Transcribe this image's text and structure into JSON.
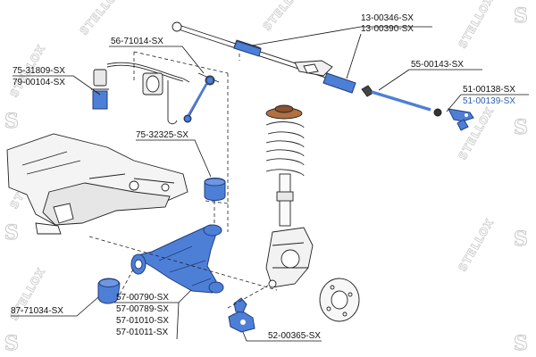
{
  "brand": {
    "watermark": "STELLOX"
  },
  "colors": {
    "highlight": "#4e7fd6",
    "highlight_dark": "#1f3e80",
    "line": "#222222",
    "label": "#111111",
    "label_highlight": "#2f5fb0"
  },
  "labels": {
    "p13_00346": "13-00346-SX",
    "p13_00390": "13-00390-SX",
    "p56_71014": "56-71014-SX",
    "p55_00143": "55-00143-SX",
    "p75_31809": "75-31809-SX",
    "p79_00104": "79-00104-SX",
    "p51_00138": "51-00138-SX",
    "p51_00139": "51-00139-SX",
    "p75_32325": "75-32325-SX",
    "p87_71034": "87-71034-SX",
    "p57_00790": "57-00790-SX",
    "p57_00789": "57-00789-SX",
    "p57_01010": "57-01010-SX",
    "p57_01011": "57-01011-SX",
    "p52_00365": "52-00365-SX"
  }
}
